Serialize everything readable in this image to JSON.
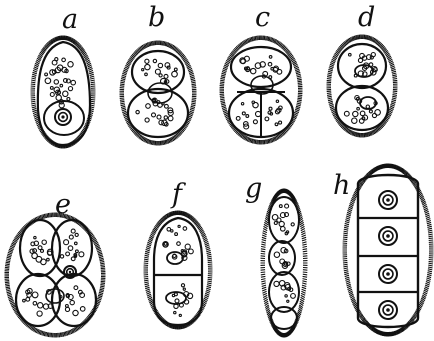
{
  "figure": {
    "panels": [
      {
        "id": "a",
        "label": "a"
      },
      {
        "id": "b",
        "label": "b"
      },
      {
        "id": "c",
        "label": "c"
      },
      {
        "id": "d",
        "label": "d"
      },
      {
        "id": "e",
        "label": "e"
      },
      {
        "id": "f",
        "label": "f"
      },
      {
        "id": "g",
        "label": "g"
      },
      {
        "id": "h",
        "label": "h"
      }
    ],
    "colors": {
      "ink": "#111111",
      "background": "#ffffff"
    }
  }
}
